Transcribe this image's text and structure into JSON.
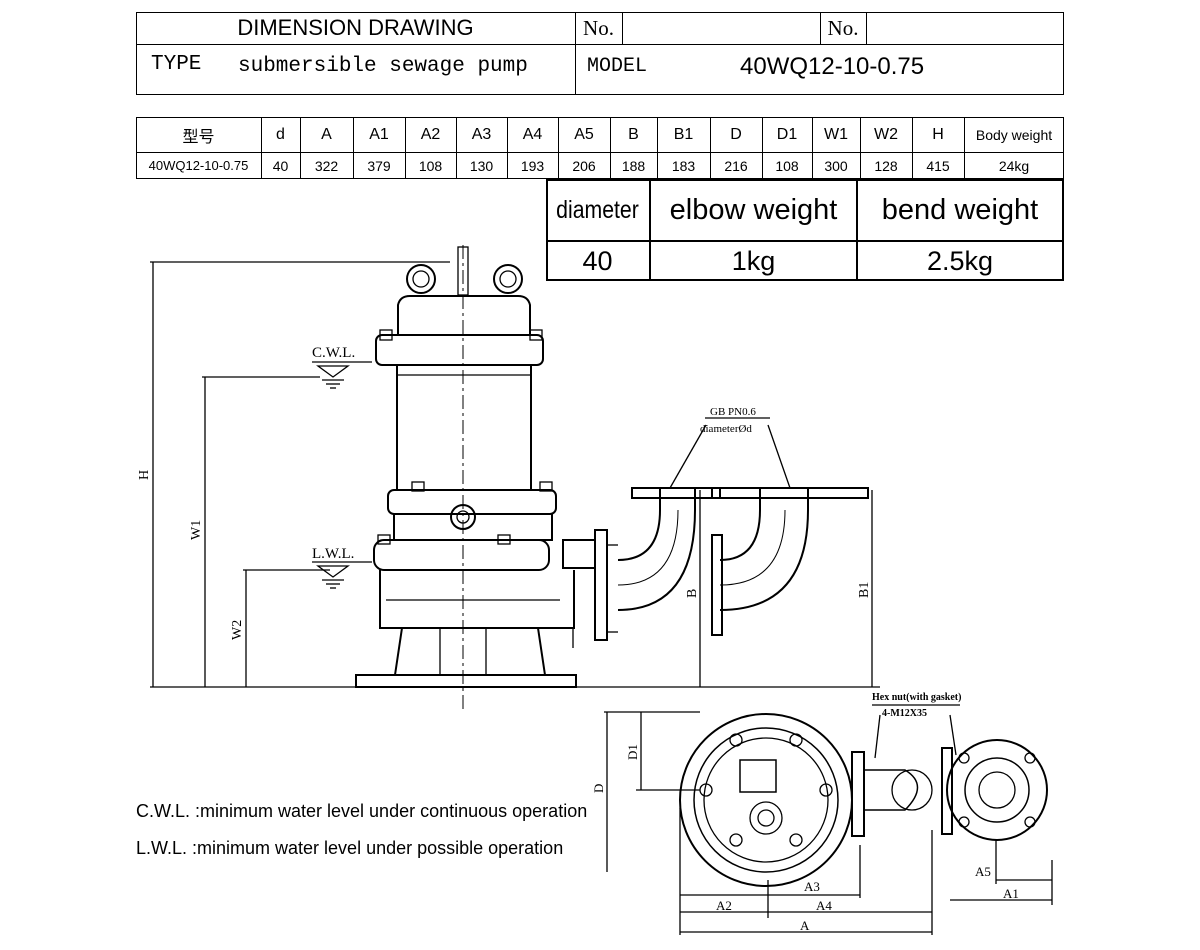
{
  "title_block": {
    "drawing_title": "DIMENSION DRAWING",
    "no_label_1": "No.",
    "no_value_1": "",
    "no_label_2": "No.",
    "no_value_2": "",
    "type_label": "TYPE",
    "type_value": "submersible sewage pump",
    "model_label": "MODEL",
    "model_value": "40WQ12-10-0.75"
  },
  "dimension_table": {
    "headers": [
      "型号",
      "d",
      "A",
      "A1",
      "A2",
      "A3",
      "A4",
      "A5",
      "B",
      "B1",
      "D",
      "D1",
      "W1",
      "W2",
      "H",
      "Body weight"
    ],
    "row": [
      "40WQ12-10-0.75",
      "40",
      "322",
      "379",
      "108",
      "130",
      "193",
      "206",
      "188",
      "183",
      "216",
      "108",
      "300",
      "128",
      "415",
      "24kg"
    ]
  },
  "weight_table": {
    "headers": [
      "diameter",
      "elbow weight",
      "bend weight"
    ],
    "row": [
      "40",
      "1kg",
      "2.5kg"
    ]
  },
  "drawing_labels": {
    "cwl": "C.W.L.",
    "lwl": "L.W.L.",
    "gb": "GB PN0.6",
    "diameter_d": "diameterØd",
    "H": "H",
    "W1": "W1",
    "W2": "W2",
    "B": "B",
    "B1": "B1",
    "D1": "D1",
    "D": "D",
    "A": "A",
    "A1": "A1",
    "A2": "A2",
    "A3": "A3",
    "A4": "A4",
    "A5": "A5",
    "hex_nut": "Hex nut(with gasket)",
    "bolt": "4-M12X35"
  },
  "notes": {
    "cwl_note": "C.W.L. :minimum water level under continuous operation",
    "lwl_note": "L.W.L. :minimum water level under possible operation"
  }
}
